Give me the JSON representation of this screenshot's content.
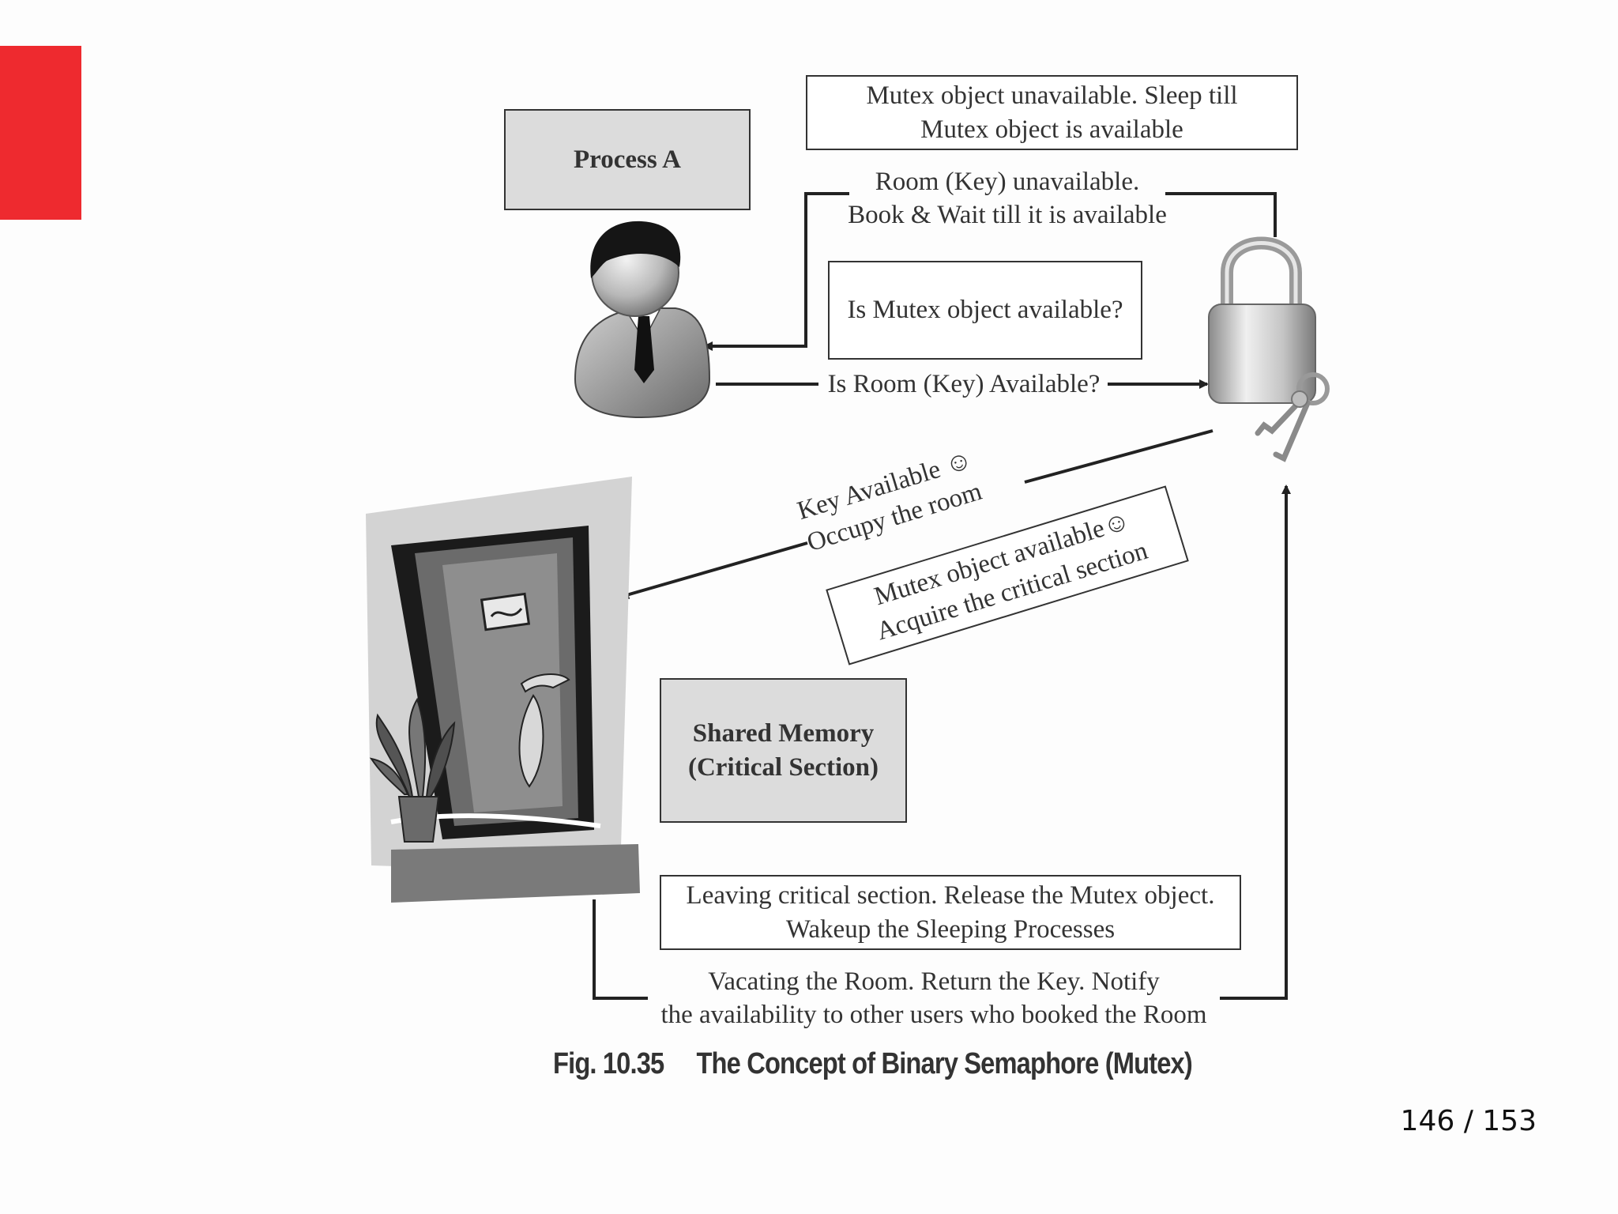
{
  "slide": {
    "accent_color": "#ee2a2f",
    "page_current": "146",
    "page_total": "153",
    "page_separator": " / "
  },
  "diagram": {
    "process_box": "Process A",
    "mutex_unavailable": [
      "Mutex object unavailable. Sleep till",
      "Mutex object is available"
    ],
    "room_unavailable": [
      "Room (Key) unavailable.",
      "Book & Wait till it is available"
    ],
    "is_mutex_available": "Is Mutex object available?",
    "is_room_available": "Is Room (Key) Available?",
    "key_available": [
      "Key Available ☺",
      "Occupy the room"
    ],
    "mutex_available": [
      "Mutex object available☺",
      "Acquire the critical section"
    ],
    "shared_memory": [
      "Shared Memory",
      "(Critical Section)"
    ],
    "leaving_section": [
      "Leaving critical section. Release the Mutex object.",
      "Wakeup the Sleeping Processes"
    ],
    "vacating_room": [
      "Vacating the Room. Return the Key. Notify",
      "the availability to other users who booked the Room"
    ],
    "icons": [
      "person-icon",
      "padlock-icon",
      "keys-icon",
      "door-icon",
      "plant-icon"
    ]
  },
  "caption": {
    "fig_number": "Fig. 10.35",
    "fig_title": "The Concept of Binary Semaphore (Mutex)"
  }
}
